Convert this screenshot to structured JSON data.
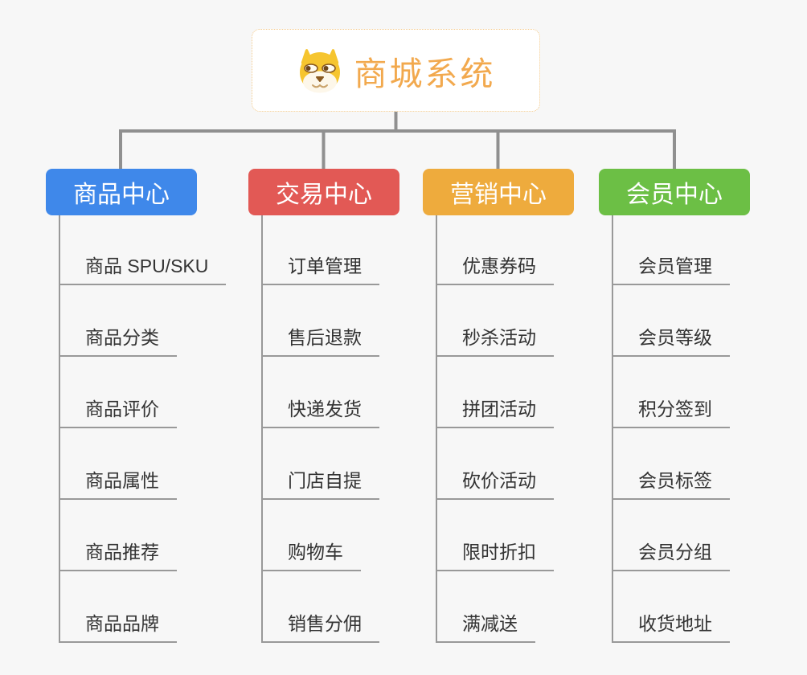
{
  "root": {
    "title": "商城系统",
    "icon": "dog-face-icon"
  },
  "branches": [
    {
      "label": "商品中心",
      "color": "#3f88ea",
      "children": [
        "商品 SPU/SKU",
        "商品分类",
        "商品评价",
        "商品属性",
        "商品推荐",
        "商品品牌"
      ]
    },
    {
      "label": "交易中心",
      "color": "#e25955",
      "children": [
        "订单管理",
        "售后退款",
        "快递发货",
        "门店自提",
        "购物车",
        "销售分佣"
      ]
    },
    {
      "label": "营销中心",
      "color": "#eeab3d",
      "children": [
        "优惠券码",
        "秒杀活动",
        "拼团活动",
        "砍价活动",
        "限时折扣",
        "满减送"
      ]
    },
    {
      "label": "会员中心",
      "color": "#6cbf45",
      "children": [
        "会员管理",
        "会员等级",
        "积分签到",
        "会员标签",
        "会员分组",
        "收货地址"
      ]
    }
  ],
  "colors": {
    "background": "#f7f7f7",
    "connector": "#909090",
    "leaf_line": "#999999",
    "leaf_text": "#333333",
    "root_text": "#f2a94e",
    "root_border": "#f3c98a"
  }
}
